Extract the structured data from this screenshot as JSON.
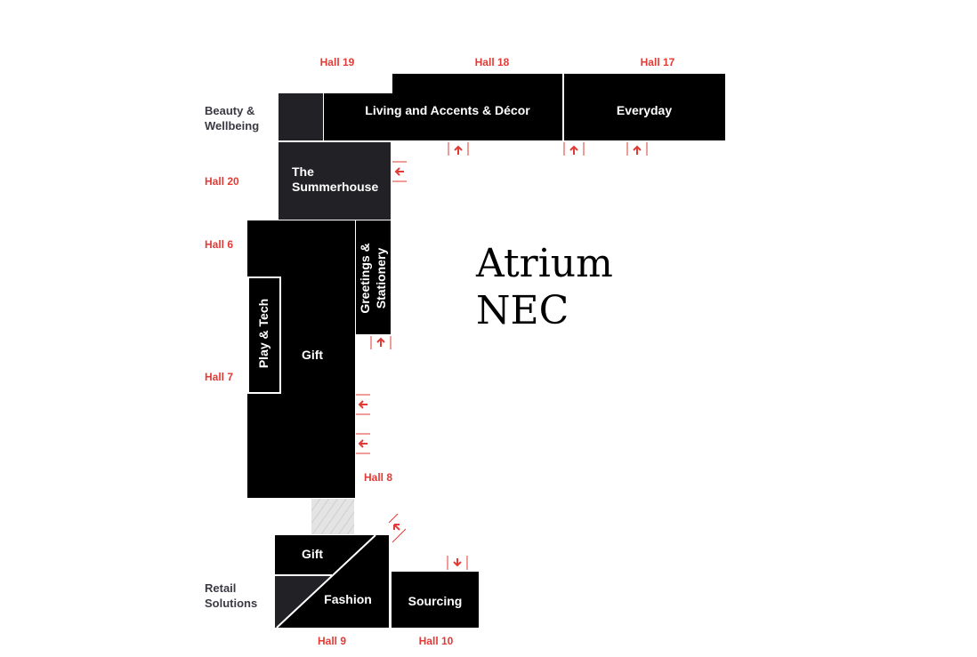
{
  "colors": {
    "hall_fill": "#000000",
    "dark_fill": "#222226",
    "accent": "#e23b36",
    "side_label": "#3a3a44",
    "brand": "#000000",
    "walkway": "#e2e2e2"
  },
  "halls": {
    "h19": "Hall 19",
    "h18": "Hall 18",
    "h17": "Hall 17",
    "h20": "Hall 20",
    "h6": "Hall 6",
    "h7": "Hall 7",
    "h8": "Hall 8",
    "h9": "Hall 9",
    "h10": "Hall 10"
  },
  "zones": {
    "living": "Living and Accents & Décor",
    "everyday": "Everyday",
    "summerhouse_1": "The",
    "summerhouse_2": "Summerhouse",
    "greetings_1": "Greetings &",
    "greetings_2": "Stationery",
    "play": "Play & Tech",
    "gift_main": "Gift",
    "gift_small": "Gift",
    "fashion": "Fashion",
    "sourcing": "Sourcing"
  },
  "side_labels": {
    "beauty_1": "Beauty &",
    "beauty_2": "Wellbeing",
    "retail_1": "Retail",
    "retail_2": "Solutions"
  },
  "brand": {
    "line1": "Atrium",
    "line2": "NEC"
  },
  "icons": {
    "entrance": "entrance-arrow-icon"
  }
}
